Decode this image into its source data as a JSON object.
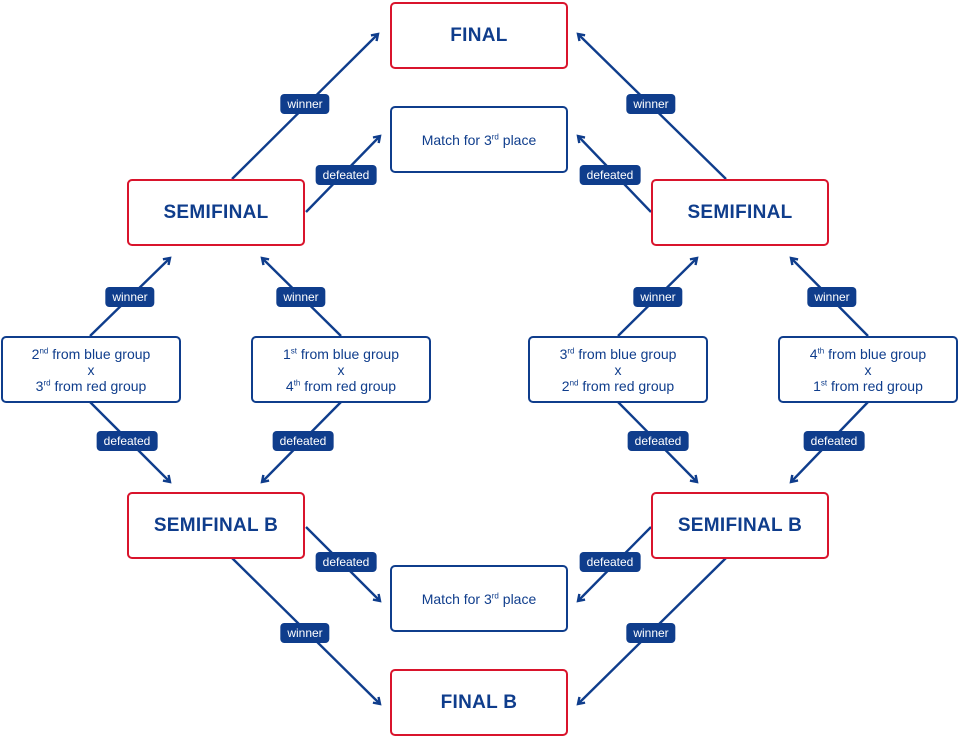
{
  "stages": {
    "final": "FINAL",
    "final_b": "FINAL B",
    "semifinal": "SEMIFINAL",
    "semifinal_b": "SEMIFINAL B",
    "third_place": {
      "pre": "Match for 3",
      "sup": "rd",
      "post": " place"
    }
  },
  "matches": [
    {
      "line1": {
        "num": "2",
        "sup": "nd",
        "text": " from blue group"
      },
      "vs": "x",
      "line2": {
        "num": "3",
        "sup": "rd",
        "text": " from red group"
      }
    },
    {
      "line1": {
        "num": "1",
        "sup": "st",
        "text": " from blue group"
      },
      "vs": "x",
      "line2": {
        "num": "4",
        "sup": "th",
        "text": " from red group"
      }
    },
    {
      "line1": {
        "num": "3",
        "sup": "rd",
        "text": " from blue group"
      },
      "vs": "x",
      "line2": {
        "num": "2",
        "sup": "nd",
        "text": " from red group"
      }
    },
    {
      "line1": {
        "num": "4",
        "sup": "th",
        "text": " from blue group"
      },
      "vs": "x",
      "line2": {
        "num": "1",
        "sup": "st",
        "text": " from red group"
      }
    }
  ],
  "labels": {
    "winner": "winner",
    "defeated": "defeated"
  },
  "colors": {
    "red_border": "#d9142c",
    "blue": "#0f3d8c"
  }
}
